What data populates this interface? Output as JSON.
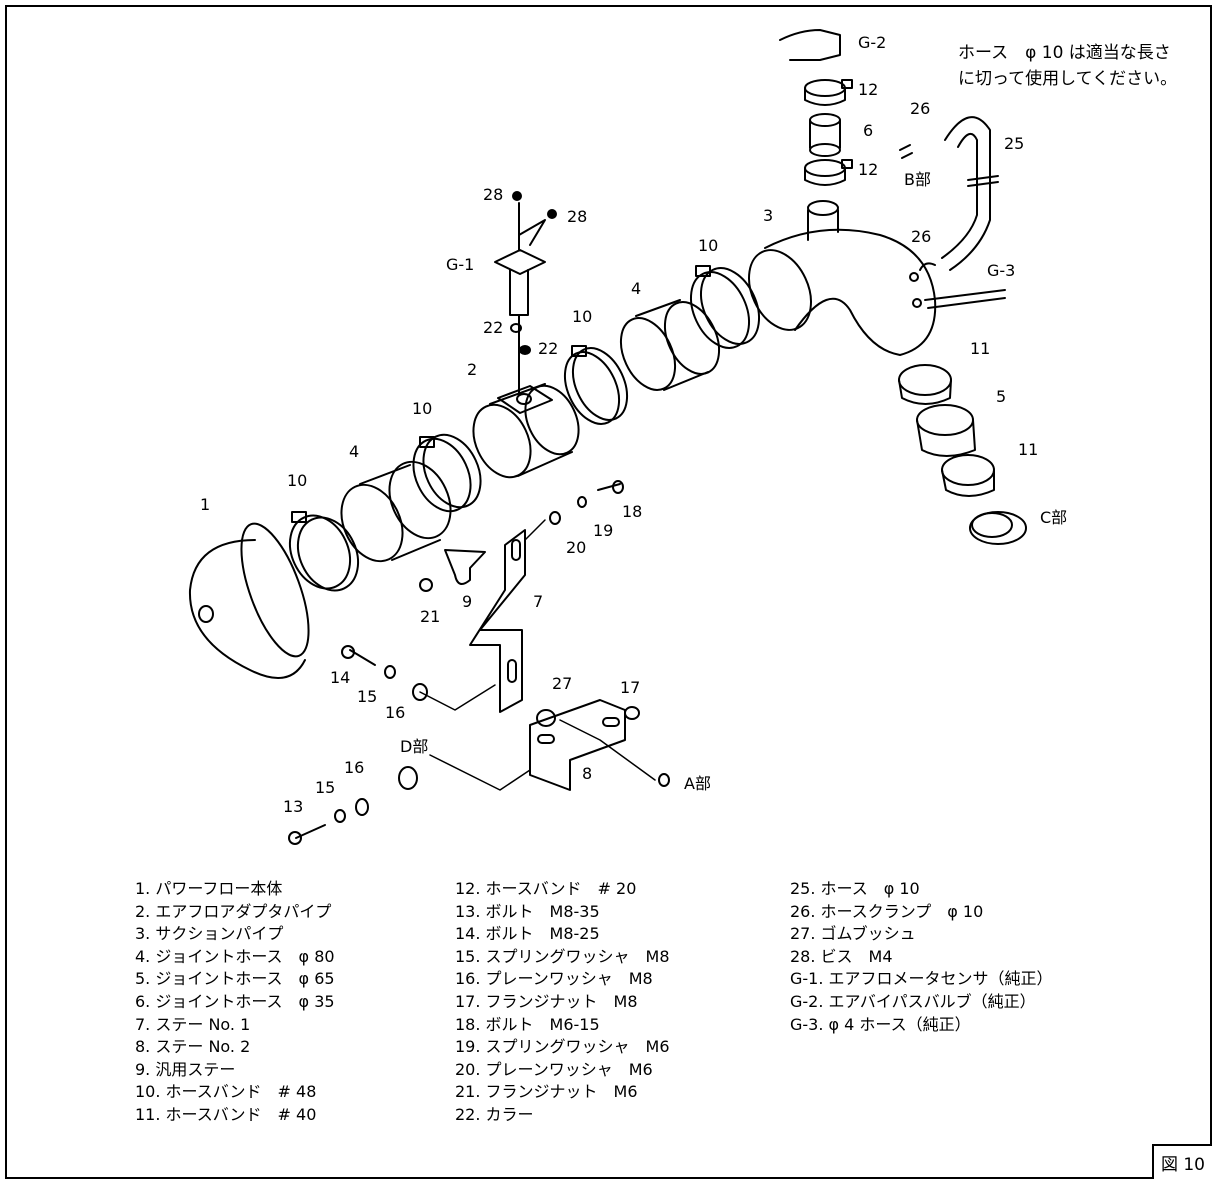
{
  "note": {
    "line1": "ホース　φ 10 は適当な長さ",
    "line2": "に切って使用してください。"
  },
  "callouts": {
    "n1": "1",
    "n2": "2",
    "n3": "3",
    "n4a": "4",
    "n4b": "4",
    "n5": "5",
    "n6": "6",
    "n7": "7",
    "n8": "8",
    "n9": "9",
    "n10a": "10",
    "n10b": "10",
    "n10c": "10",
    "n10d": "10",
    "n11a": "11",
    "n11b": "11",
    "n12a": "12",
    "n12b": "12",
    "n13": "13",
    "n14": "14",
    "n15a": "15",
    "n15b": "15",
    "n16a": "16",
    "n16b": "16",
    "n17": "17",
    "n18": "18",
    "n19": "19",
    "n20": "20",
    "n21": "21",
    "n22a": "22",
    "n22b": "22",
    "n25": "25",
    "n26a": "26",
    "n26b": "26",
    "n27": "27",
    "n28a": "28",
    "n28b": "28",
    "g1": "G-1",
    "g2": "G-2",
    "g3": "G-3",
    "partA": "A部",
    "partB": "B部",
    "partC": "C部",
    "partD": "D部"
  },
  "parts_col1": [
    "1. パワーフロー本体",
    "2. エアフロアダプタパイプ",
    "3. サクションパイプ",
    "4. ジョイントホース　φ 80",
    "5. ジョイントホース　φ 65",
    "6. ジョイントホース　φ 35",
    "7. ステー No. 1",
    "8. ステー No. 2",
    "9. 汎用ステー",
    "10. ホースバンド　# 48",
    "11. ホースバンド　# 40"
  ],
  "parts_col2": [
    "12. ホースバンド　# 20",
    "13. ボルト　M8-35",
    "14. ボルト　M8-25",
    "15. スプリングワッシャ　M8",
    "16. プレーンワッシャ　M8",
    "17. フランジナット　M8",
    "18. ボルト　M6-15",
    "19. スプリングワッシャ　M6",
    "20. プレーンワッシャ　M6",
    "21. フランジナット　M6",
    "22. カラー"
  ],
  "parts_col3": [
    "25. ホース　φ 10",
    "26. ホースクランプ　φ 10",
    "27. ゴムブッシュ",
    "28. ビス　M4",
    "G-1. エアフロメータセンサ（純正）",
    "G-2. エアバイパスバルブ（純正）",
    "G-3. φ 4 ホース（純正）"
  ],
  "figure_label": "図 10"
}
